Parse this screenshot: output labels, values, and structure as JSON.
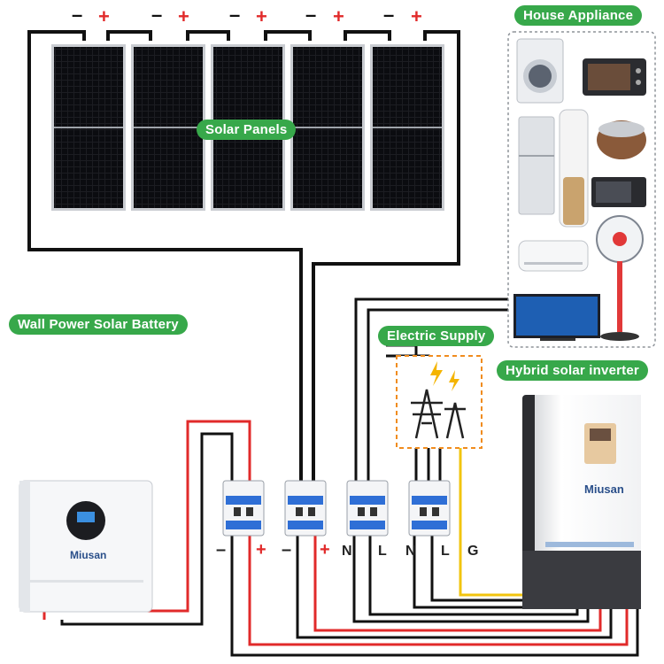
{
  "labels": {
    "solar_panels": "Solar Panels",
    "house_appliance": "House Appliance",
    "wall_battery": "Wall Power Solar Battery",
    "electric_supply": "Electric Supply",
    "hybrid_inverter": "Hybrid solar inverter"
  },
  "panel_polarity": {
    "negative": "–",
    "positive": "+"
  },
  "breaker_terminals": [
    "–",
    "+",
    "–",
    "+",
    "N",
    "L",
    "N",
    "L",
    "G"
  ],
  "brand": "Miusan",
  "colors": {
    "accent": "#37a84a",
    "positive_wire": "#e12a2a",
    "negative_wire": "#111111",
    "ground_wire": "#f2c40f"
  }
}
